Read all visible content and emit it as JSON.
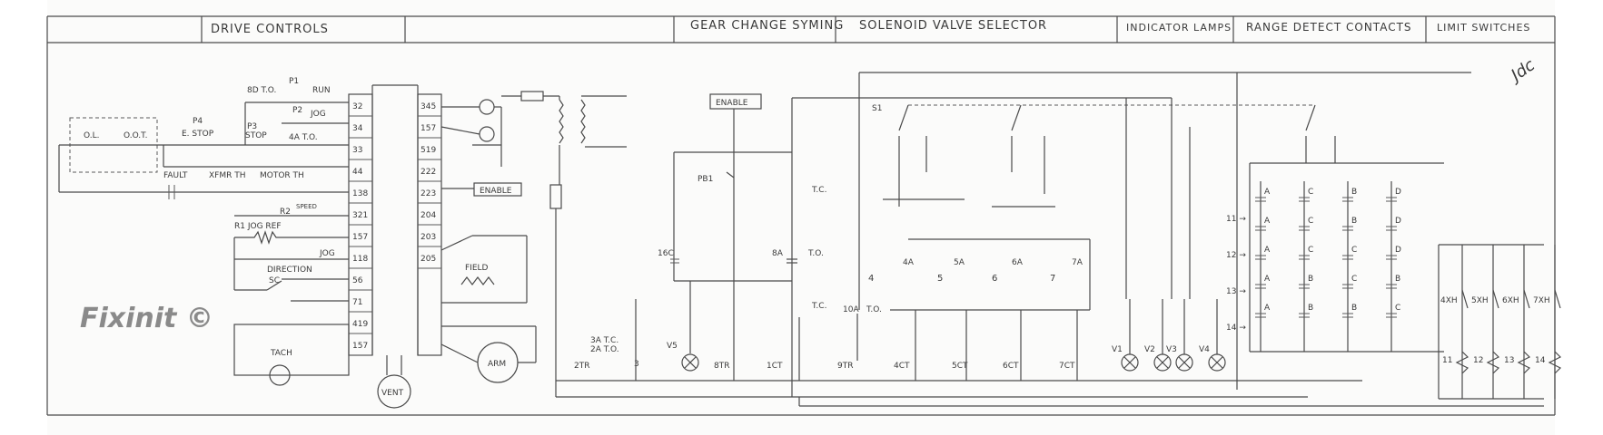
{
  "headers": {
    "drive_controls": "DRIVE CONTROLS",
    "gear_change": "GEAR CHANGE SYMING",
    "solenoid": "SOLENOID VALVE SELECTOR",
    "indicator_lamps": "INDICATOR LAMPS",
    "range_detect": "RANGE DETECT CONTACTS",
    "limit_switches": "LIMIT SWITCHES"
  },
  "watermark": "Fixinit ©",
  "signature": "Jdc",
  "terminals_left": [
    "32",
    "34",
    "33",
    "44",
    "138",
    "321",
    "157",
    "118",
    "56",
    "71",
    "419",
    "157"
  ],
  "terminals_right": [
    "345",
    "157",
    "519",
    "222",
    "223",
    "204",
    "203",
    "205"
  ],
  "drive_labels": {
    "p1": "P1",
    "run": "RUN",
    "bd_to": "8D T.O.",
    "p2": "P2",
    "jog": "JOG",
    "p3": "P3",
    "stop": "STOP",
    "ato": "4A T.O.",
    "p4": "P4",
    "estop": "E. STOP",
    "ol": "O.L.",
    "oot": "O.O.T.",
    "fault": "FAULT",
    "xfmr": "XFMR TH",
    "motor_th": "MOTOR TH",
    "r2": "R2",
    "speed": "SPEED",
    "r1": "R1 JOG REF",
    "jog2": "JOG",
    "direction": "DIRECTION",
    "sc": "SC",
    "tach": "TACH",
    "vent": "VENT",
    "field": "FIELD",
    "arm": "ARM",
    "enable": "ENABLE"
  },
  "gear_labels": {
    "enable": "ENABLE",
    "pb1": "PB1",
    "c16": "16C",
    "tc1": "T.C.",
    "a8": "8A",
    "to1": "T.O.",
    "tc2": "T.C.",
    "a10": "10A",
    "to2": "T.O.",
    "atc": "3A T.C.",
    "ato": "2A T.O.",
    "tr2": "2TR",
    "r3": "3",
    "v5": "V5",
    "tr8": "8TR",
    "ct1": "1CT",
    "tr9": "9TR"
  },
  "solenoid_labels": {
    "s1": "S1",
    "c4": "4",
    "a4": "4A",
    "c5": "5",
    "a5": "5A",
    "c6": "6",
    "a6": "6A",
    "c7": "7",
    "a7": "7A",
    "ct4": "4CT",
    "ct5": "5CT",
    "ct6": "6CT",
    "ct7": "7CT"
  },
  "lamps": [
    "V1",
    "V2",
    "V3",
    "V4"
  ],
  "range_rows": [
    "11",
    "12",
    "13",
    "14"
  ],
  "range_cols": [
    [
      "A",
      "A",
      "A",
      "A",
      "A"
    ],
    [
      "C",
      "C",
      "C",
      "B",
      "B"
    ],
    [
      "B",
      "B",
      "C",
      "C",
      "B"
    ],
    [
      "D",
      "D",
      "D",
      "B",
      "C"
    ]
  ],
  "limit_switches": [
    {
      "top": "4XH",
      "bottom": "11"
    },
    {
      "top": "5XH",
      "bottom": "12"
    },
    {
      "top": "6XH",
      "bottom": "13"
    },
    {
      "top": "7XH",
      "bottom": "14"
    }
  ]
}
